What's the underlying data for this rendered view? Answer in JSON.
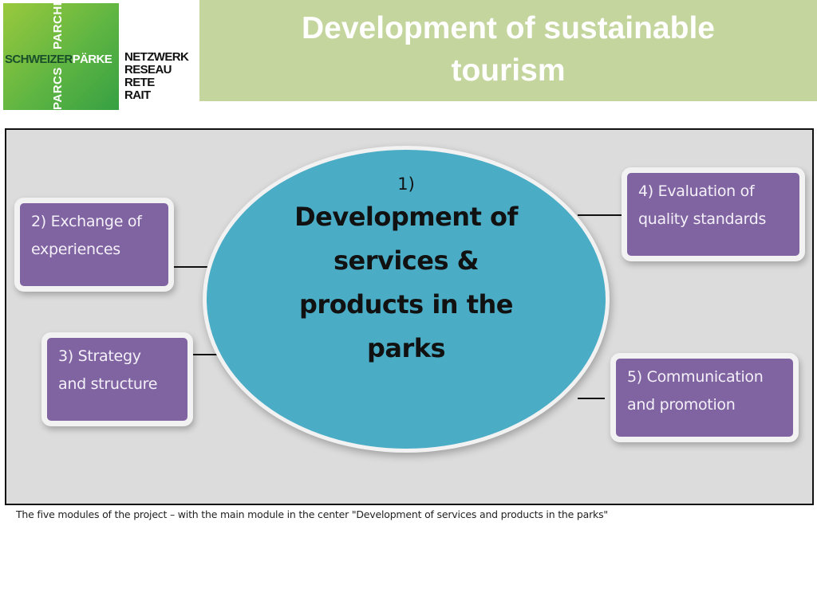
{
  "logo": {
    "vertical_top": "PARCHI",
    "vertical_bottom": "PARCS",
    "brand_part1": "SCHWEIZER",
    "brand_part2": "PÄRKE",
    "words": [
      "NETZWERK",
      "RESEAU",
      "RETE",
      "RAIT"
    ]
  },
  "title": "Development of sustainable tourism",
  "diagram": {
    "center": {
      "number": "1)",
      "text": "Development of services & products in the parks"
    },
    "modules": [
      {
        "line1": "2) Exchange of",
        "line2": "experiences"
      },
      {
        "line1": "3) Strategy",
        "line2": "and structure"
      },
      {
        "line1": "4) Evaluation of",
        "line2": "quality standards"
      },
      {
        "line1": "5) Communication",
        "line2": "and promotion"
      }
    ]
  },
  "caption": "The five modules of the project – with the main module in the center \"Development of services and products in the parks\"",
  "colors": {
    "title_bar": "#c4d59e",
    "center_ellipse": "#4bacc6",
    "module_box": "#8064a2",
    "frame_background": "#dcdcdc"
  }
}
